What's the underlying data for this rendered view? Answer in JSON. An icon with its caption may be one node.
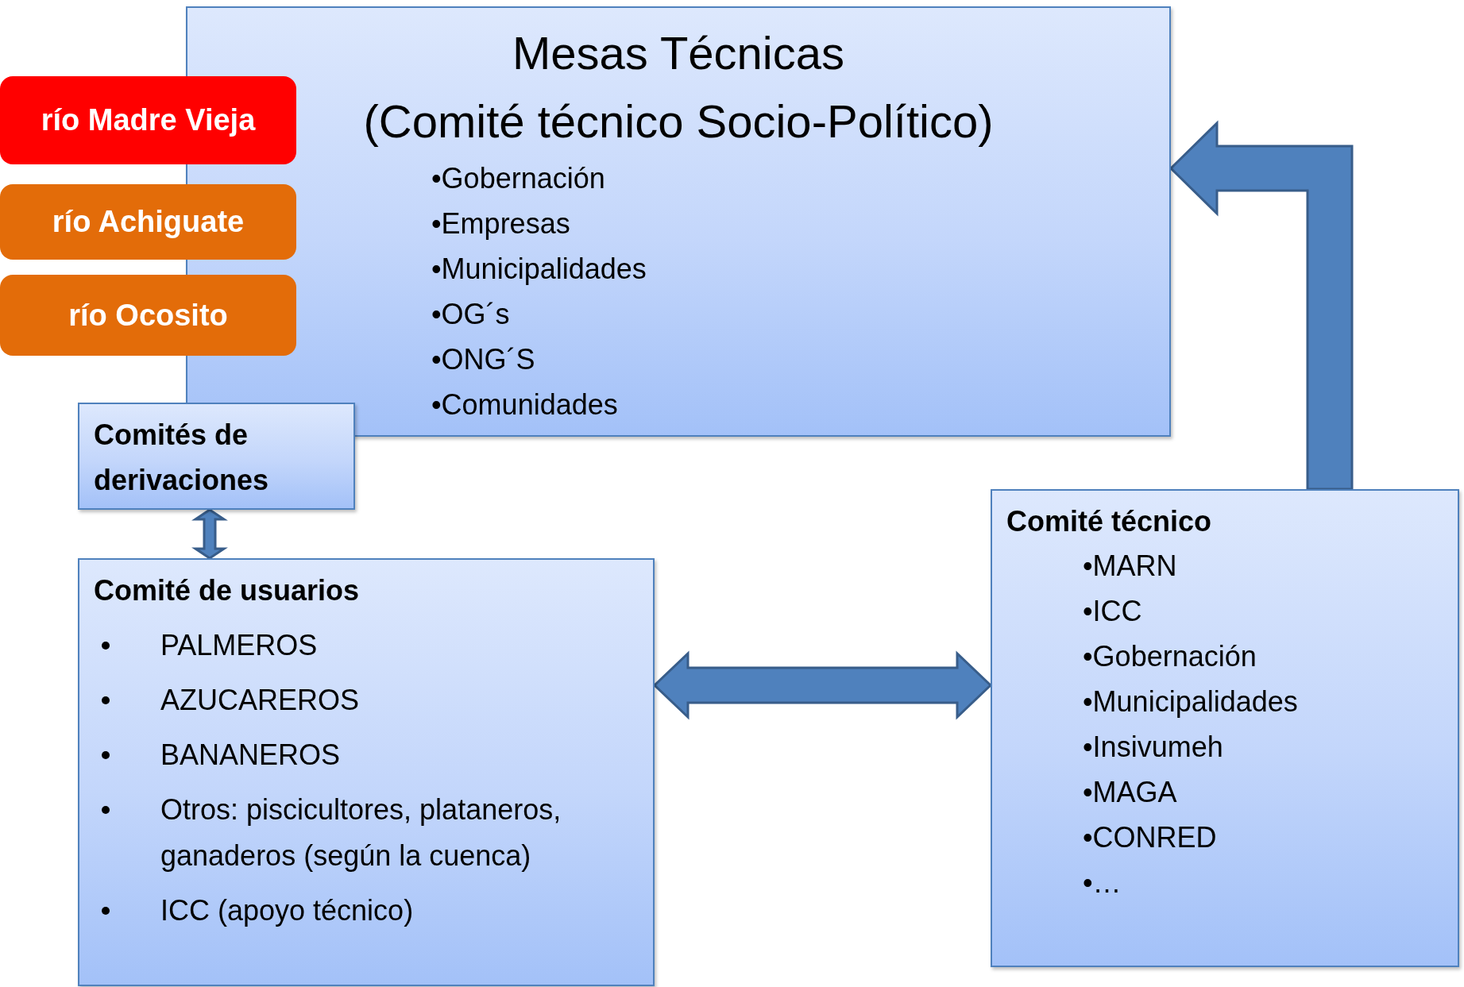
{
  "diagram": {
    "nodes": [
      {
        "text": [
          "Mesas Técnicas",
          "(Comité técnico Socio-Político)",
          "•Gobernación",
          "•Empresas",
          "•Municipalidades",
          "•OG´s",
          "•ONG´S",
          "•Comunidades"
        ]
      },
      {
        "text": [
          "río Madre Vieja"
        ]
      },
      {
        "text": [
          "río Achiguate"
        ]
      },
      {
        "text": [
          "río Ocosito"
        ]
      },
      {
        "text": [
          "Comités de derivaciones"
        ]
      },
      {
        "text": [
          "Comité de usuarios",
          "PALMEROS",
          "AZUCAREROS",
          "BANANEROS",
          "Otros: piscicultores, plataneros, ganaderos (según la cuenca)",
          "ICC (apoyo técnico)"
        ]
      },
      {
        "text": [
          "Comité técnico",
          "•MARN",
          "•ICC",
          "•Gobernación",
          "•Municipalidades",
          "•Insivumeh",
          "•MAGA",
          "•CONRED",
          "•…"
        ]
      }
    ],
    "edges": [
      {
        "from": 4,
        "to": 5,
        "arrow": "both"
      },
      {
        "from": 5,
        "to": 6,
        "arrow": "both"
      },
      {
        "from": 6,
        "to": 0,
        "arrow": "to"
      }
    ]
  }
}
